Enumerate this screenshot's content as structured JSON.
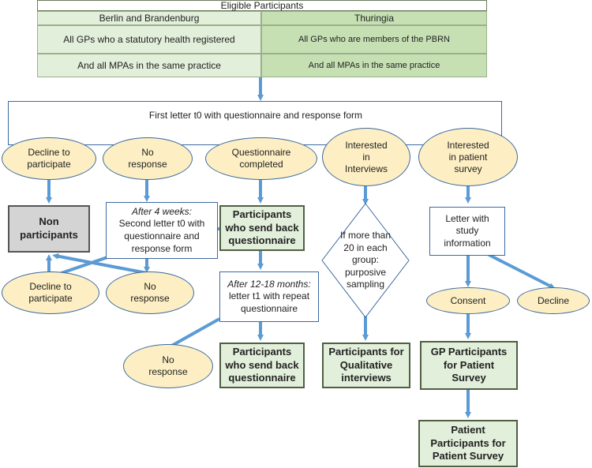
{
  "eligible": {
    "title": "Eligible Participants",
    "berlin_header": "Berlin and Brandenburg",
    "thuringia_header": "Thuringia",
    "berlin_row1": "All GPs who a statutory health registered",
    "thuringia_row1": "All GPs who are members of the PBRN",
    "berlin_row2": "And all MPAs in the same practice",
    "thuringia_row2": "And all MPAs in the same practice"
  },
  "first_letter": "First letter t0 with questionnaire and response form",
  "responses": {
    "decline": "Decline to participate",
    "no_response": "No response",
    "completed": "Questionnaire completed",
    "interviews": "Interested in Interviews",
    "patient_survey": "Interested in patient survey"
  },
  "non_participants": "Non participants",
  "reminder": {
    "lead": "After 4 weeks:",
    "body": "Second letter t0 with questionnaire and response form"
  },
  "participants_t0": "Participants who send back questionnaire",
  "decline2": "Decline to participate",
  "no_response2": "No response",
  "followup": {
    "lead": "After 12-18 months:",
    "body": "letter t1 with repeat questionnaire"
  },
  "no_response3": "No response",
  "participants_t1": "Participants who send back questionnaire",
  "sampling": "If more than 20 in each group: purposive sampling",
  "qualitative": "Participants for Qualitative interviews",
  "study_info": "Letter with study information",
  "consent": "Consent",
  "decline_survey": "Decline",
  "gp_participants": "GP Participants for Patient Survey",
  "patient_participants": "Patient Participants for Patient Survey",
  "colors": {
    "arrow": "#5b9bd5",
    "ellipse_fill": "#fdefc3",
    "result_fill": "#e2efda",
    "thuringia_fill": "#c6e0b4",
    "non_participant_fill": "#d4d4d4"
  }
}
